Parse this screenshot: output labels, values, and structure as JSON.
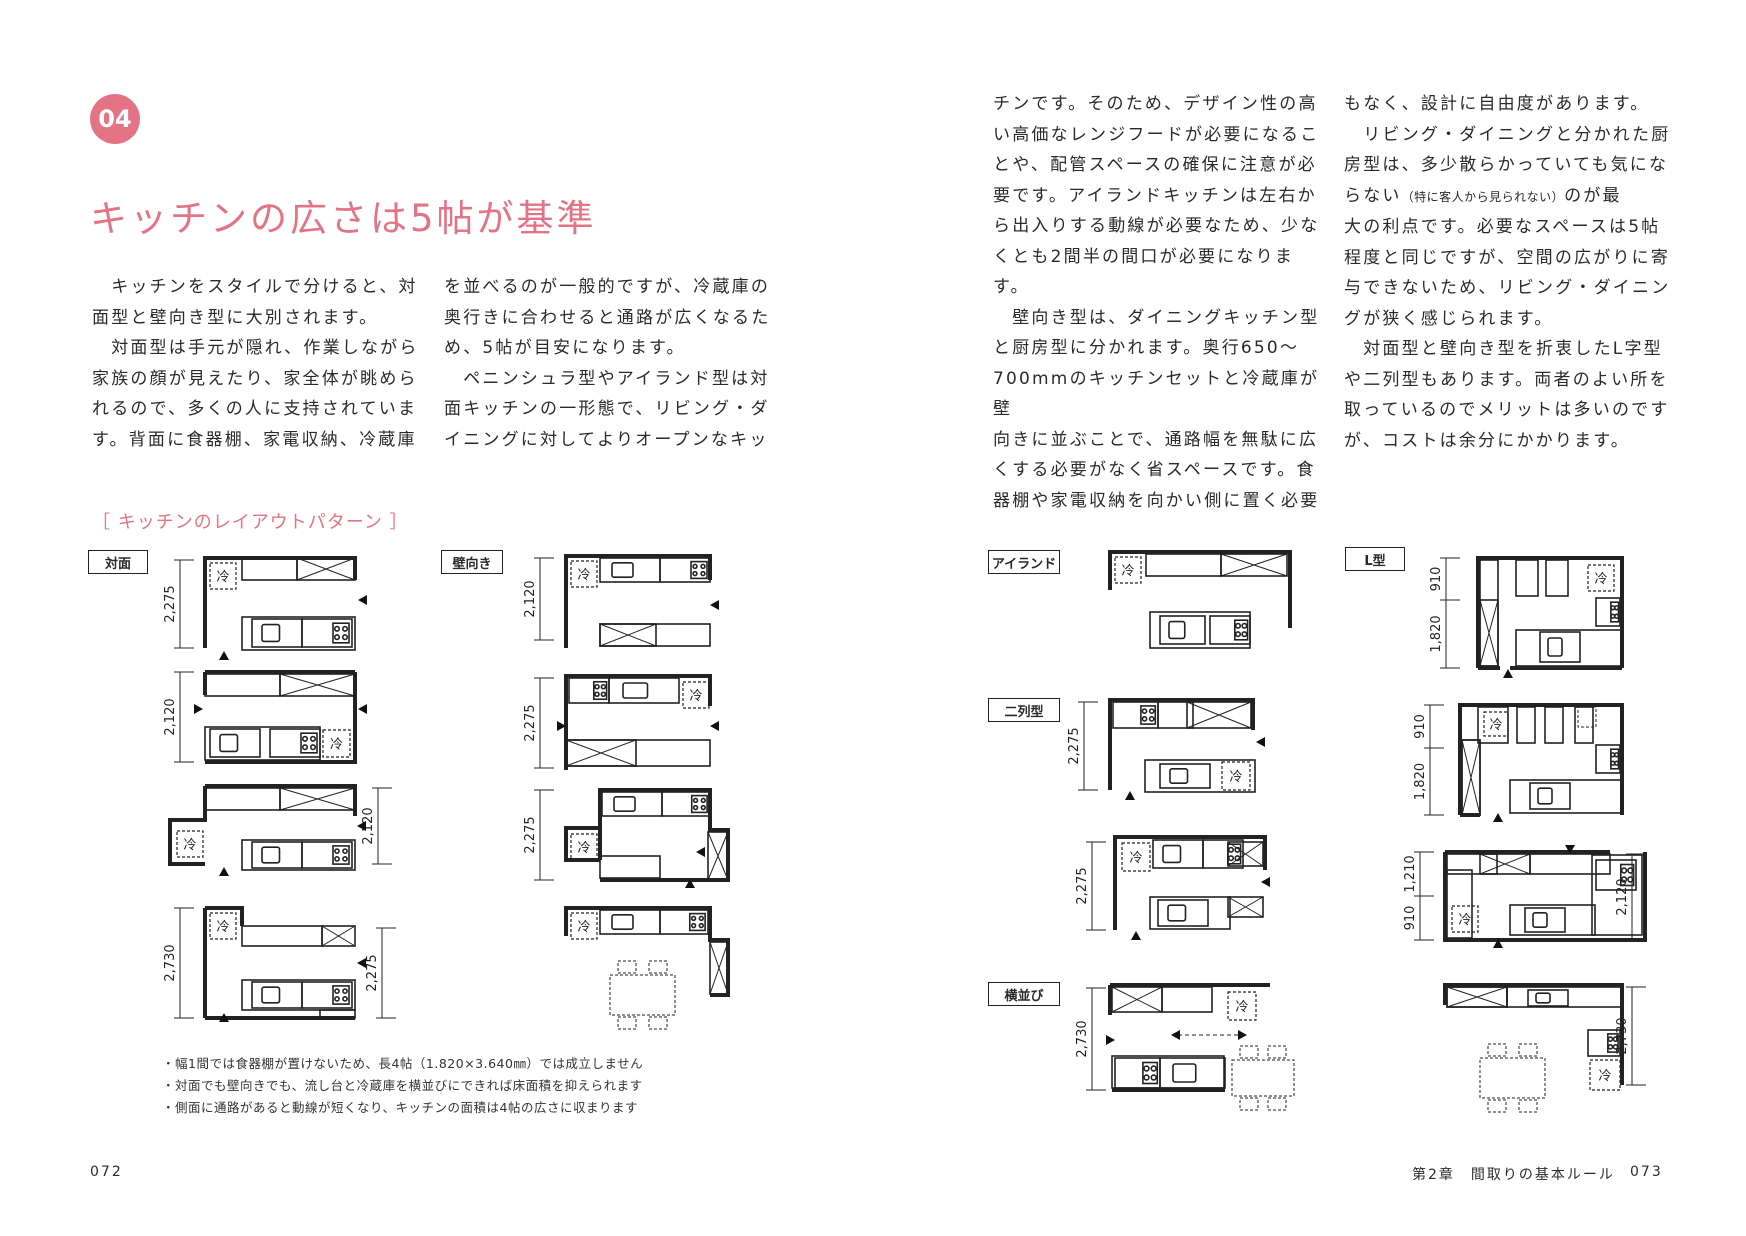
{
  "header": {
    "number": "04",
    "title": "キッチンの広さは5帖が基準"
  },
  "body": {
    "col1": "　キッチンをスタイルで分けると、対\n面型と壁向き型に大別されます。\n　対面型は手元が隠れ、作業しながら\n家族の顔が見えたり、家全体が眺めら\nれるので、多くの人に支持されていま\nす。背面に食器棚、家電収納、冷蔵庫",
    "col2": "を並べるのが一般的ですが、冷蔵庫の\n奥行きに合わせると通路が広くなるた\nめ、5帖が目安になります。\n　ペニンシュラ型やアイランド型は対\n面キッチンの一形態で、リビング・ダ\nイニングに対してよりオープンなキッ",
    "col3": "チンです。そのため、デザイン性の高\nい高価なレンジフードが必要になるこ\nとや、配管スペースの確保に注意が必\n要です。アイランドキッチンは左右か\nら出入りする動線が必要なため、少な\nくとも2間半の間口が必要になります。\n　壁向き型は、ダイニングキッチン型\nと厨房型に分かれます。奥行650～\n700mmのキッチンセットと冷蔵庫が壁\n向きに並ぶことで、通路幅を無駄に広\nくする必要がなく省スペースです。食\n器棚や家電収納を向かい側に置く必要",
    "col4_line1": "もなく、設計に自由度があります。",
    "col4_line2": "　リビング・ダイニングと分かれた厨",
    "col4_line3": "房型は、多少散らかっていても気にな",
    "col4_line4_pre": "らない",
    "col4_line4_small": "（特に客人から見られない）",
    "col4_line4_post": "のが最",
    "col4_rest": "大の利点です。必要なスペースは5帖\n程度と同じですが、空間の広がりに寄\n与できないため、リビング・ダイニン\nグが狭く感じられます。\n　対面型と壁向き型を折衷したL字型\nや二列型もあります。両者のよい所を\n取っているのでメリットは多いのです\nが、コストは余分にかかります。"
  },
  "section": {
    "title": "［ キッチンのレイアウトパターン ］"
  },
  "tags": {
    "taimen": "対面",
    "kabemuki": "壁向き",
    "island": "アイランド",
    "niretsu": "二列型",
    "yokonarabi": "横並び",
    "l_type": "L型"
  },
  "labels": {
    "fridge": "冷"
  },
  "dimensions": {
    "d2275": "2,275",
    "d2120": "2,120",
    "d2730": "2,730",
    "d910": "910",
    "d1820": "1,820",
    "d1210": "1,210"
  },
  "notes": [
    "・幅1間では食器棚が置けないため、長4帖（1.820×3.640㎜）では成立しません",
    "・対面でも壁向きでも、流し台と冷蔵庫を横並びにできれば床面積を抑えられます",
    "・側面に通路があると動線が短くなり、キッチンの面積は4帖の広さに収まります"
  ],
  "footer": {
    "left_page": "072",
    "chapter": "第2章　間取りの基本ルール",
    "right_page": "073"
  }
}
